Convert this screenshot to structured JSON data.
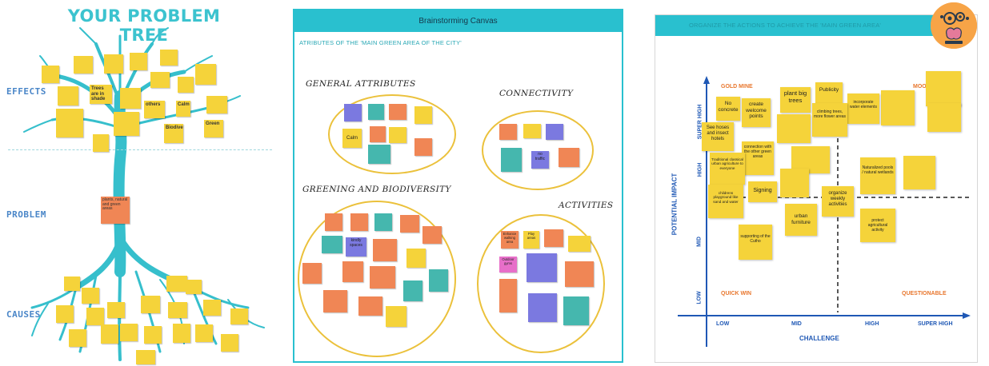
{
  "tree": {
    "title": "YOUR PROBLEM TREE",
    "labels": {
      "effects": "EFFECTS",
      "problem": "PROBLEM",
      "causes": "CAUSES"
    },
    "problem_note": "plants, natural and green areas",
    "visible_notes": [
      "Trees are in shade",
      "Calm",
      "others",
      "Green",
      "Biodiversity"
    ]
  },
  "canvas": {
    "header": "Brainstorming Canvas",
    "subtitle": "ATRIBUTES OF THE 'MAIN GREEN AREA OF THE CITY'",
    "groups": {
      "general": "GENERAL ATTRIBUTES",
      "connectivity": "CONNECTIVITY",
      "greening": "GREENING AND BIODIVERSITY",
      "activities": "ACTIVITIES"
    },
    "notes": {
      "calm": "Calm",
      "kindly_spaces": "kindly spaces",
      "traffic": "no traffic",
      "walking": "Enhance walking area",
      "play_areas": "Play areas",
      "outdoor_gyms": "Outdoor gyms"
    }
  },
  "matrix": {
    "header": "ORGANIZE THE ACTIONS TO ACHIEVE THE 'MAIN GREEN AREA'",
    "y_axis_label": "POTENTIAL IMPACT",
    "x_axis_label": "CHALLENGE",
    "y_ticks": [
      "SUPER HIGH",
      "HIGH",
      "MID",
      "LOW"
    ],
    "x_ticks": [
      "LOW",
      "MID",
      "HIGH",
      "SUPER HIGH"
    ],
    "quadrants": {
      "gold_mine": "GOLD MINE",
      "moon": "MOON",
      "quick_win": "QUICK WIN",
      "questionable": "QUESTIONABLE"
    },
    "notes": {
      "no_concrete": "No concrete",
      "welcome_points": "create welcome points",
      "plant_big_trees": "plant big trees",
      "publicity": "Publicity",
      "see_hoses": "See hoses and insect hotels",
      "signing": "Signing",
      "weekly_activities": "organize weekly activities",
      "urban_furniture": "urban furniture",
      "connection": "connection with the other green areas",
      "supporting": "supporting of the Cutho",
      "water_elements": "incorporate water elements",
      "naturalized": "Naturalized pools / natural wetlands",
      "protect_agri": "protect agricultural activity",
      "childrens_playground": "childrens playground like sand and water",
      "traditional_agriculture": "Traditional classical urban agriculture to everyone",
      "climbing_trees": "climbing trees, more flower areas"
    }
  }
}
